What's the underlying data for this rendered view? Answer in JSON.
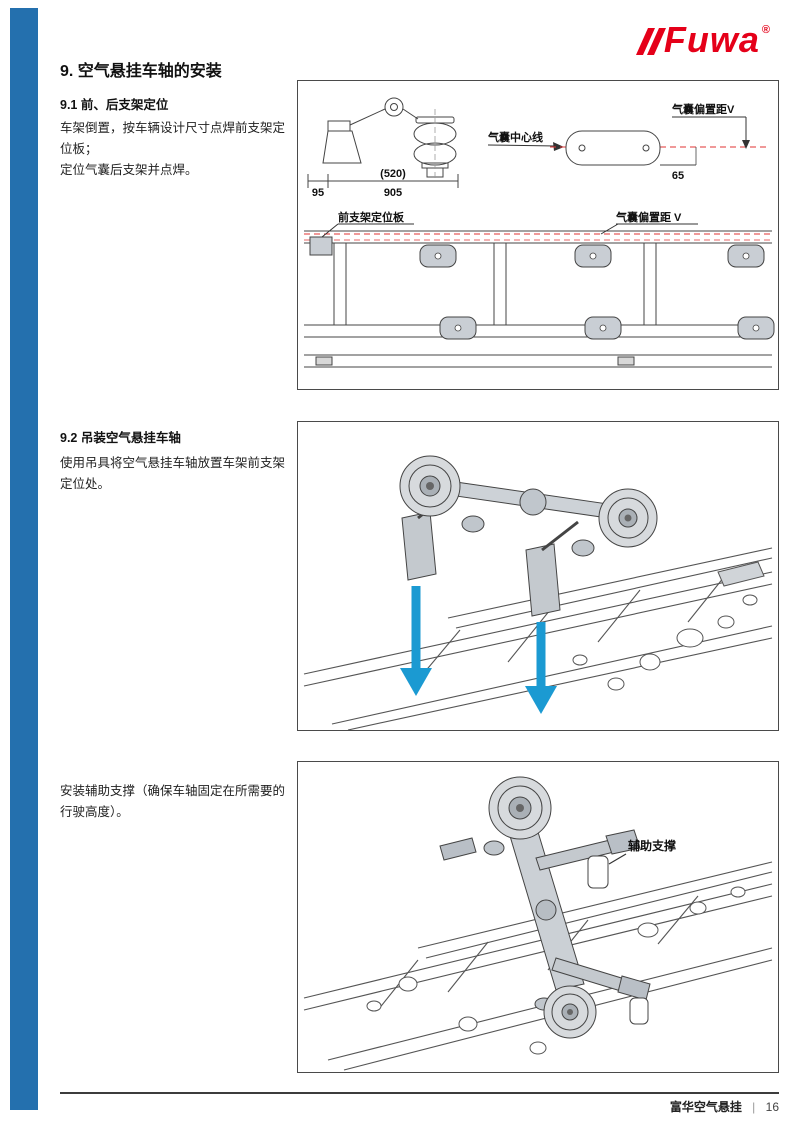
{
  "brand": {
    "logo_text": "Fuwa",
    "registered": "®"
  },
  "title": "9. 空气悬挂车轴的安装",
  "sections": {
    "s1": {
      "heading": "9.1 前、后支架定位",
      "lines": [
        "车架倒置，按车辆设计尺寸点焊前支架定",
        "位板；",
        "定位气囊后支架并点焊。"
      ]
    },
    "s2": {
      "heading": "9.2 吊装空气悬挂车轴",
      "lines": [
        "使用吊具将空气悬挂车轴放置车架前支架",
        "定位处。"
      ]
    },
    "s3": {
      "lines": [
        "安装辅助支撑（确保车轴固定在所需要的",
        "行驶高度）。"
      ]
    }
  },
  "figure1": {
    "labels": {
      "centerline": "气囊中心线",
      "offset_top": "气囊偏置距V",
      "offset_bottom": "气囊偏置距 V",
      "front_plate": "前支架定位板"
    },
    "dims": {
      "d95": "95",
      "d520": "(520)",
      "d905": "905",
      "d65": "65"
    }
  },
  "figure3": {
    "labels": {
      "aux_support": "辅助支撑"
    }
  },
  "footer": {
    "brand": "富华空气悬挂",
    "sep": "|",
    "page": "16"
  }
}
